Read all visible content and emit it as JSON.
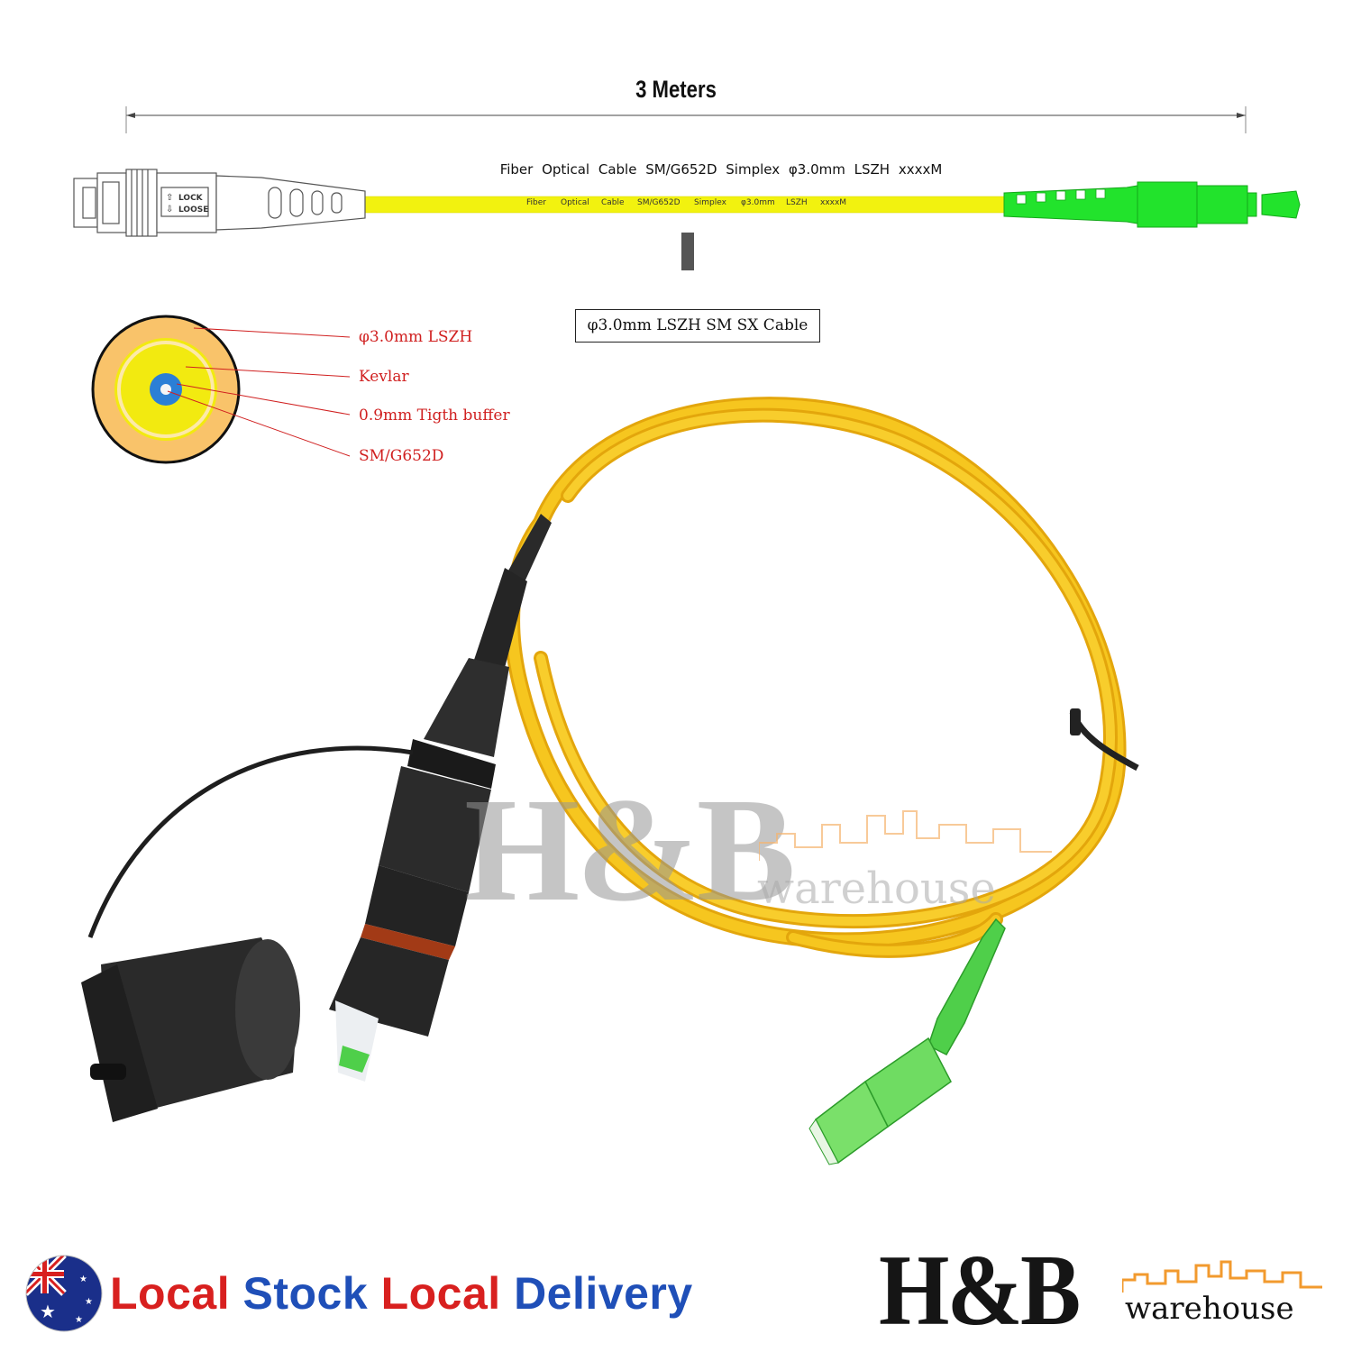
{
  "dimension": {
    "length_label": "3 Meters"
  },
  "cable": {
    "title": "Fiber Optical Cable SM/G652D Simplex φ3.0mm LSZH xxxxM",
    "print_words": [
      "Fiber",
      "Optical",
      "Cable",
      "SM/G652D",
      "Simplex",
      "φ3.0mm",
      "LSZH",
      "xxxxM"
    ],
    "connector_lock": "LOCK",
    "connector_loose": "LOOSE",
    "jacket_color": "#f2f20f",
    "sc_apc_color": "#22e32c"
  },
  "spec_box": {
    "text": "φ3.0mm LSZH SM SX Cable"
  },
  "cross_section": {
    "layers": [
      {
        "label": "φ3.0mm LSZH",
        "color": "#f9c36a"
      },
      {
        "label": "Kevlar",
        "color": "#f2ea10"
      },
      {
        "label": "0.9mm Tigth buffer",
        "color": "#2b7fd6"
      },
      {
        "label": "SM/G652D",
        "color": "#f5f5f5"
      }
    ],
    "leader_color": "#d02020"
  },
  "watermark": {
    "brand": "H&B",
    "sub": "warehouse"
  },
  "promo": {
    "word1": "Local",
    "word2": "Stock",
    "word3": "Local",
    "word4": "Delivery"
  },
  "brand": {
    "name": "H&B",
    "sub": "warehouse",
    "accent": "#f29a2e"
  }
}
